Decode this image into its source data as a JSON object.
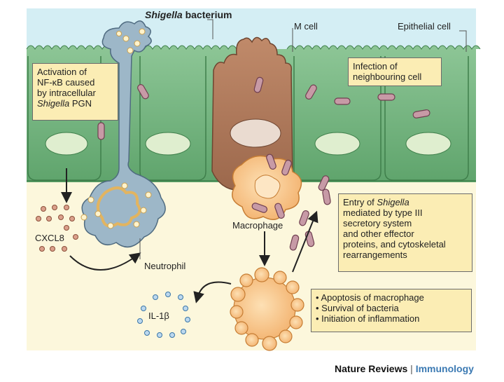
{
  "labels": {
    "bacterium_italic": "Shigella",
    "bacterium_rest": " bacterium",
    "m_cell": "M cell",
    "epithelial_cell": "Epithelial cell",
    "cxcl8": "CXCL8",
    "neutrophil": "Neutrophil",
    "macrophage": "Macrophage",
    "il1b": "IL-1β"
  },
  "boxes": {
    "nfkb": {
      "line1": "Activation of",
      "line2": "NF-κB caused",
      "line3": "by intracellular",
      "line4_italic": "Shigella",
      "line4_rest": " PGN"
    },
    "infection": {
      "line1": "Infection of",
      "line2": "neighbouring cell"
    },
    "entry": {
      "line1_pre": "Entry of ",
      "line1_italic": "Shigella",
      "line2": "mediated by type III",
      "line3": "secretory system",
      "line4": "and other effector",
      "line5": "proteins, and cytoskeletal",
      "line6": "rearrangements"
    },
    "outcomes": {
      "items": [
        "• Apoptosis of macrophage",
        "• Survival of bacteria",
        "• Initiation of inflammation"
      ]
    }
  },
  "footer": {
    "journal": "Nature Reviews",
    "separator": " | ",
    "section": "Immunology"
  },
  "colors": {
    "lumen": "#d4eef4",
    "epithelium": "#6cae78",
    "lamina": "#fcf7dc",
    "m_cell": "#b07a5c",
    "neutrophil": "#9db7c8",
    "macrophage": "#f6c185",
    "bacteria": "#c79aa6",
    "box_fill": "#fbedb4"
  }
}
